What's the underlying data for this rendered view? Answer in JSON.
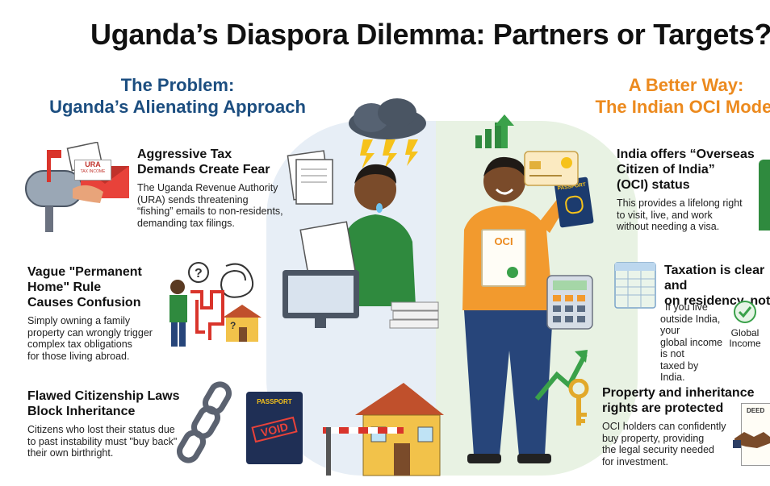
{
  "title": "Uganda’s Diaspora Dilemma: Partners or Targets?",
  "left_section": {
    "heading_line1": "The Problem:",
    "heading_line2": "Uganda’s Alienating Approach",
    "items": [
      {
        "title_line1": "Aggressive Tax",
        "title_line2": "Demands Create Fear",
        "body_lines": [
          "The Uganda Revenue Authority",
          "(URA) sends threatening",
          "“fishing” emails to non-residents,",
          "demanding tax filings."
        ]
      },
      {
        "title_line1": "Vague \"Permanent",
        "title_line2": "Home\" Rule",
        "title_line3": "Causes Confusion",
        "body_lines": [
          "Simply owning a family",
          "property can wrongly trigger",
          "complex tax obligations",
          "for those living abroad."
        ]
      },
      {
        "title_line1": "Flawed Citizenship Laws",
        "title_line2": "Block Inheritance",
        "body_lines": [
          "Citizens who lost their status due",
          "to past instability must \"buy back\"",
          "their own birthright."
        ]
      }
    ]
  },
  "right_section": {
    "heading_line1": "A Better Way:",
    "heading_line2": "The Indian OCI Model",
    "items": [
      {
        "title_line1": "India offers “Overseas",
        "title_line2": "Citizen of India”",
        "title_line3": "(OCI) status",
        "body_lines": [
          "This provides a lifelong right",
          "to visit, live, and work",
          "without needing a visa."
        ]
      },
      {
        "title_line1": "Taxation is clear and",
        "title_line2": "on residency, not",
        "body_lines": [
          "If you live",
          "outside India, your",
          "global income is not",
          "taxed by India."
        ]
      },
      {
        "title_line1": "Property and inheritance",
        "title_line2": "rights are protected",
        "body_lines": [
          "OCI holders can confidently",
          "buy property, providing",
          "the legal security needed",
          "for investment."
        ]
      }
    ]
  },
  "labels": {
    "ura_top": "URA",
    "ura_sub": "TAX INCOME",
    "passport_left": "PASSPORT",
    "void_stamp": "VOID",
    "oci_doc": "OCI",
    "passport_right": "PASSPORT",
    "global_income_1": "Global",
    "global_income_2": "Income",
    "deed": "DEED"
  },
  "colors": {
    "left_accent": "#1c4e80",
    "right_accent": "#ec8a1e",
    "shirt_green": "#2f8a3e",
    "shirt_orange": "#f29a2e"
  }
}
